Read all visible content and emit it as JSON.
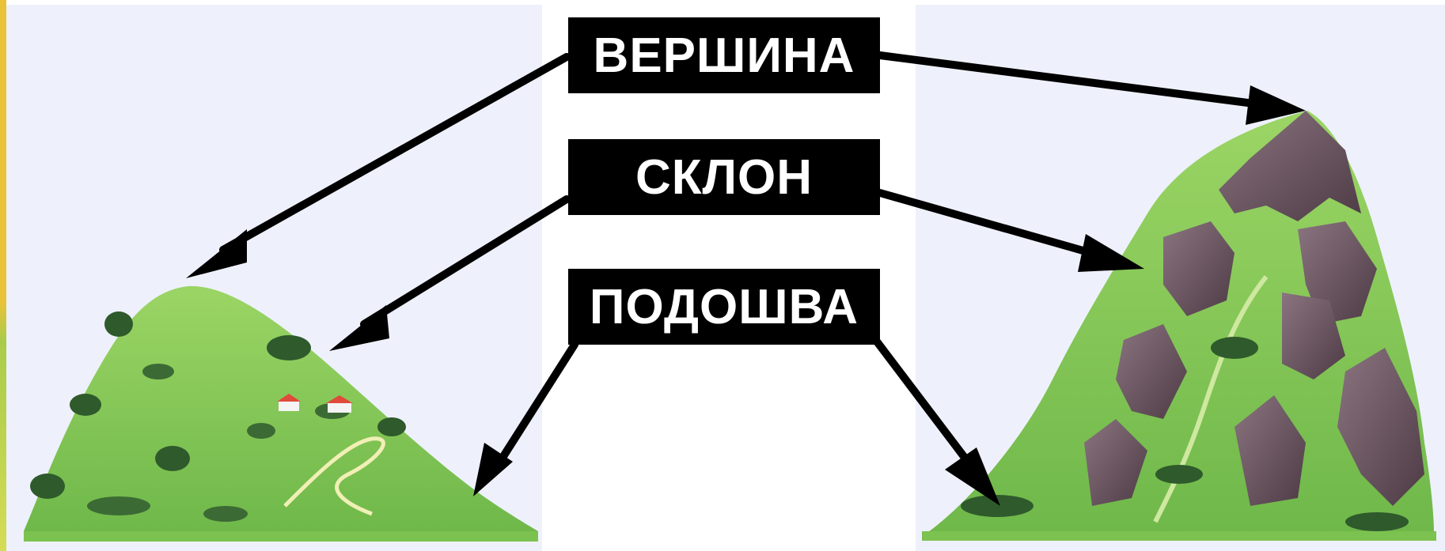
{
  "labels": {
    "summit": "ВЕРШИНА",
    "slope": "СКЛОН",
    "foot": "ПОДОШВА"
  },
  "colors": {
    "background": "#ffffff",
    "panel": "#eef1fb",
    "label_box": "#000000",
    "label_text": "#ffffff",
    "arrow": "#000000",
    "hill_green": "#8fcf5a",
    "rock_purple": "#6b5560"
  }
}
